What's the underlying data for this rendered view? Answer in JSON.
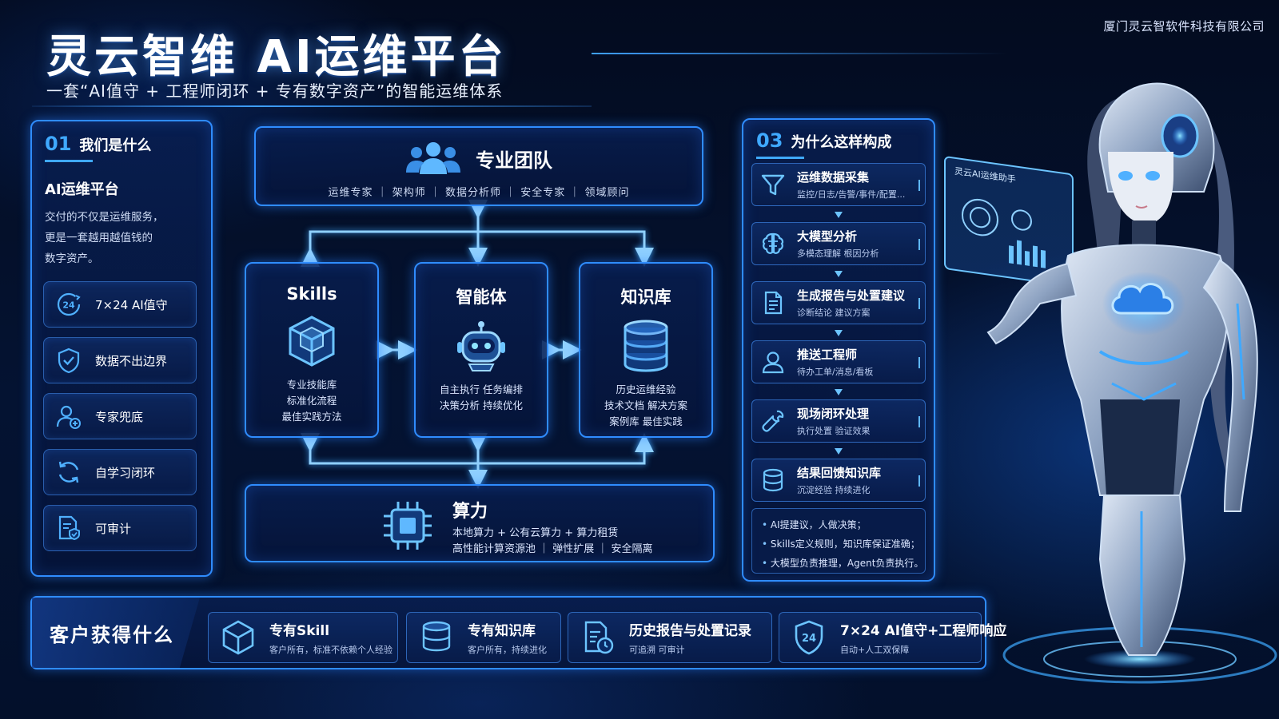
{
  "header": {
    "title": "灵云智维 AI运维平台",
    "subtitle": "一套“AI值守 + 工程师闭环 + 专有数字资产”的智能运维体系",
    "company": "厦门灵云智软件科技有限公司"
  },
  "left_panel": {
    "number": "01",
    "title": "我们是什么",
    "platform_name": "AI运维平台",
    "description": [
      "交付的不仅是运维服务，",
      "更是一套越用越值钱的",
      "数字资产。"
    ],
    "features": [
      {
        "icon": "24h-clock-icon",
        "label": "7×24 AI值守"
      },
      {
        "icon": "shield-check-icon",
        "label": "数据不出边界"
      },
      {
        "icon": "user-plus-icon",
        "label": "专家兜底"
      },
      {
        "icon": "refresh-cycle-icon",
        "label": "自学习闭环"
      },
      {
        "icon": "audit-document-icon",
        "label": "可审计"
      }
    ]
  },
  "center": {
    "team": {
      "icon": "team-icon",
      "title": "专业团队",
      "roles": "运维专家 ｜ 架构师 ｜ 数据分析师 ｜ 安全专家 ｜ 领域顾问"
    },
    "columns": [
      {
        "key": "skills",
        "icon": "cube-icon",
        "title": "Skills",
        "lines": [
          "专业技能库",
          "标准化流程",
          "最佳实践方法"
        ]
      },
      {
        "key": "agent",
        "icon": "robot-icon",
        "title": "智能体",
        "lines": [
          "自主执行 任务编排",
          "决策分析 持续优化"
        ]
      },
      {
        "key": "knowledge",
        "icon": "database-icon",
        "title": "知识库",
        "lines": [
          "历史运维经验",
          "技术文档 解决方案",
          "案例库 最佳实践"
        ]
      }
    ],
    "compute": {
      "icon": "chip-icon",
      "title": "算力",
      "line1": "本地算力 + 公有云算力 + 算力租赁",
      "line2": "高性能计算资源池 ｜ 弹性扩展 ｜ 安全隔离"
    }
  },
  "right_panel": {
    "number": "03",
    "title": "为什么这样构成",
    "steps": [
      {
        "icon": "funnel-icon",
        "title": "运维数据采集",
        "sub": "监控/日志/告警/事件/配置..."
      },
      {
        "icon": "brain-icon",
        "title": "大模型分析",
        "sub": "多模态理解  根因分析"
      },
      {
        "icon": "report-document-icon",
        "title": "生成报告与处置建议",
        "sub": "诊断结论  建议方案"
      },
      {
        "icon": "engineer-icon",
        "title": "推送工程师",
        "sub": "待办工单/消息/看板"
      },
      {
        "icon": "wrench-icon",
        "title": "现场闭环处理",
        "sub": "执行处置  验证效果"
      },
      {
        "icon": "database-icon",
        "title": "结果回馈知识库",
        "sub": "沉淀经验  持续进化"
      }
    ],
    "principles": [
      "AI提建议，人做决策；",
      "Skills定义规则，知识库保证准确；",
      "大模型负责推理，Agent负责执行。"
    ]
  },
  "robot_screen_title": "灵云AI运维助手",
  "bottom": {
    "label": "客户获得什么",
    "benefits": [
      {
        "icon": "cube-icon",
        "title": "专有Skill",
        "sub": "客户所有，标准不依赖个人经验"
      },
      {
        "icon": "database-icon",
        "title": "专有知识库",
        "sub": "客户所有，持续进化"
      },
      {
        "icon": "report-clock-icon",
        "title": "历史报告与处置记录",
        "sub": "可追溯  可审计"
      },
      {
        "icon": "24h-shield-icon",
        "title": "7×24 AI值守+工程师响应",
        "sub": "自动+人工双保障"
      }
    ]
  },
  "colors": {
    "accent": "#2f8cff",
    "accent_light": "#3fa9ff",
    "background": "#041332",
    "text": "#ffffff"
  }
}
